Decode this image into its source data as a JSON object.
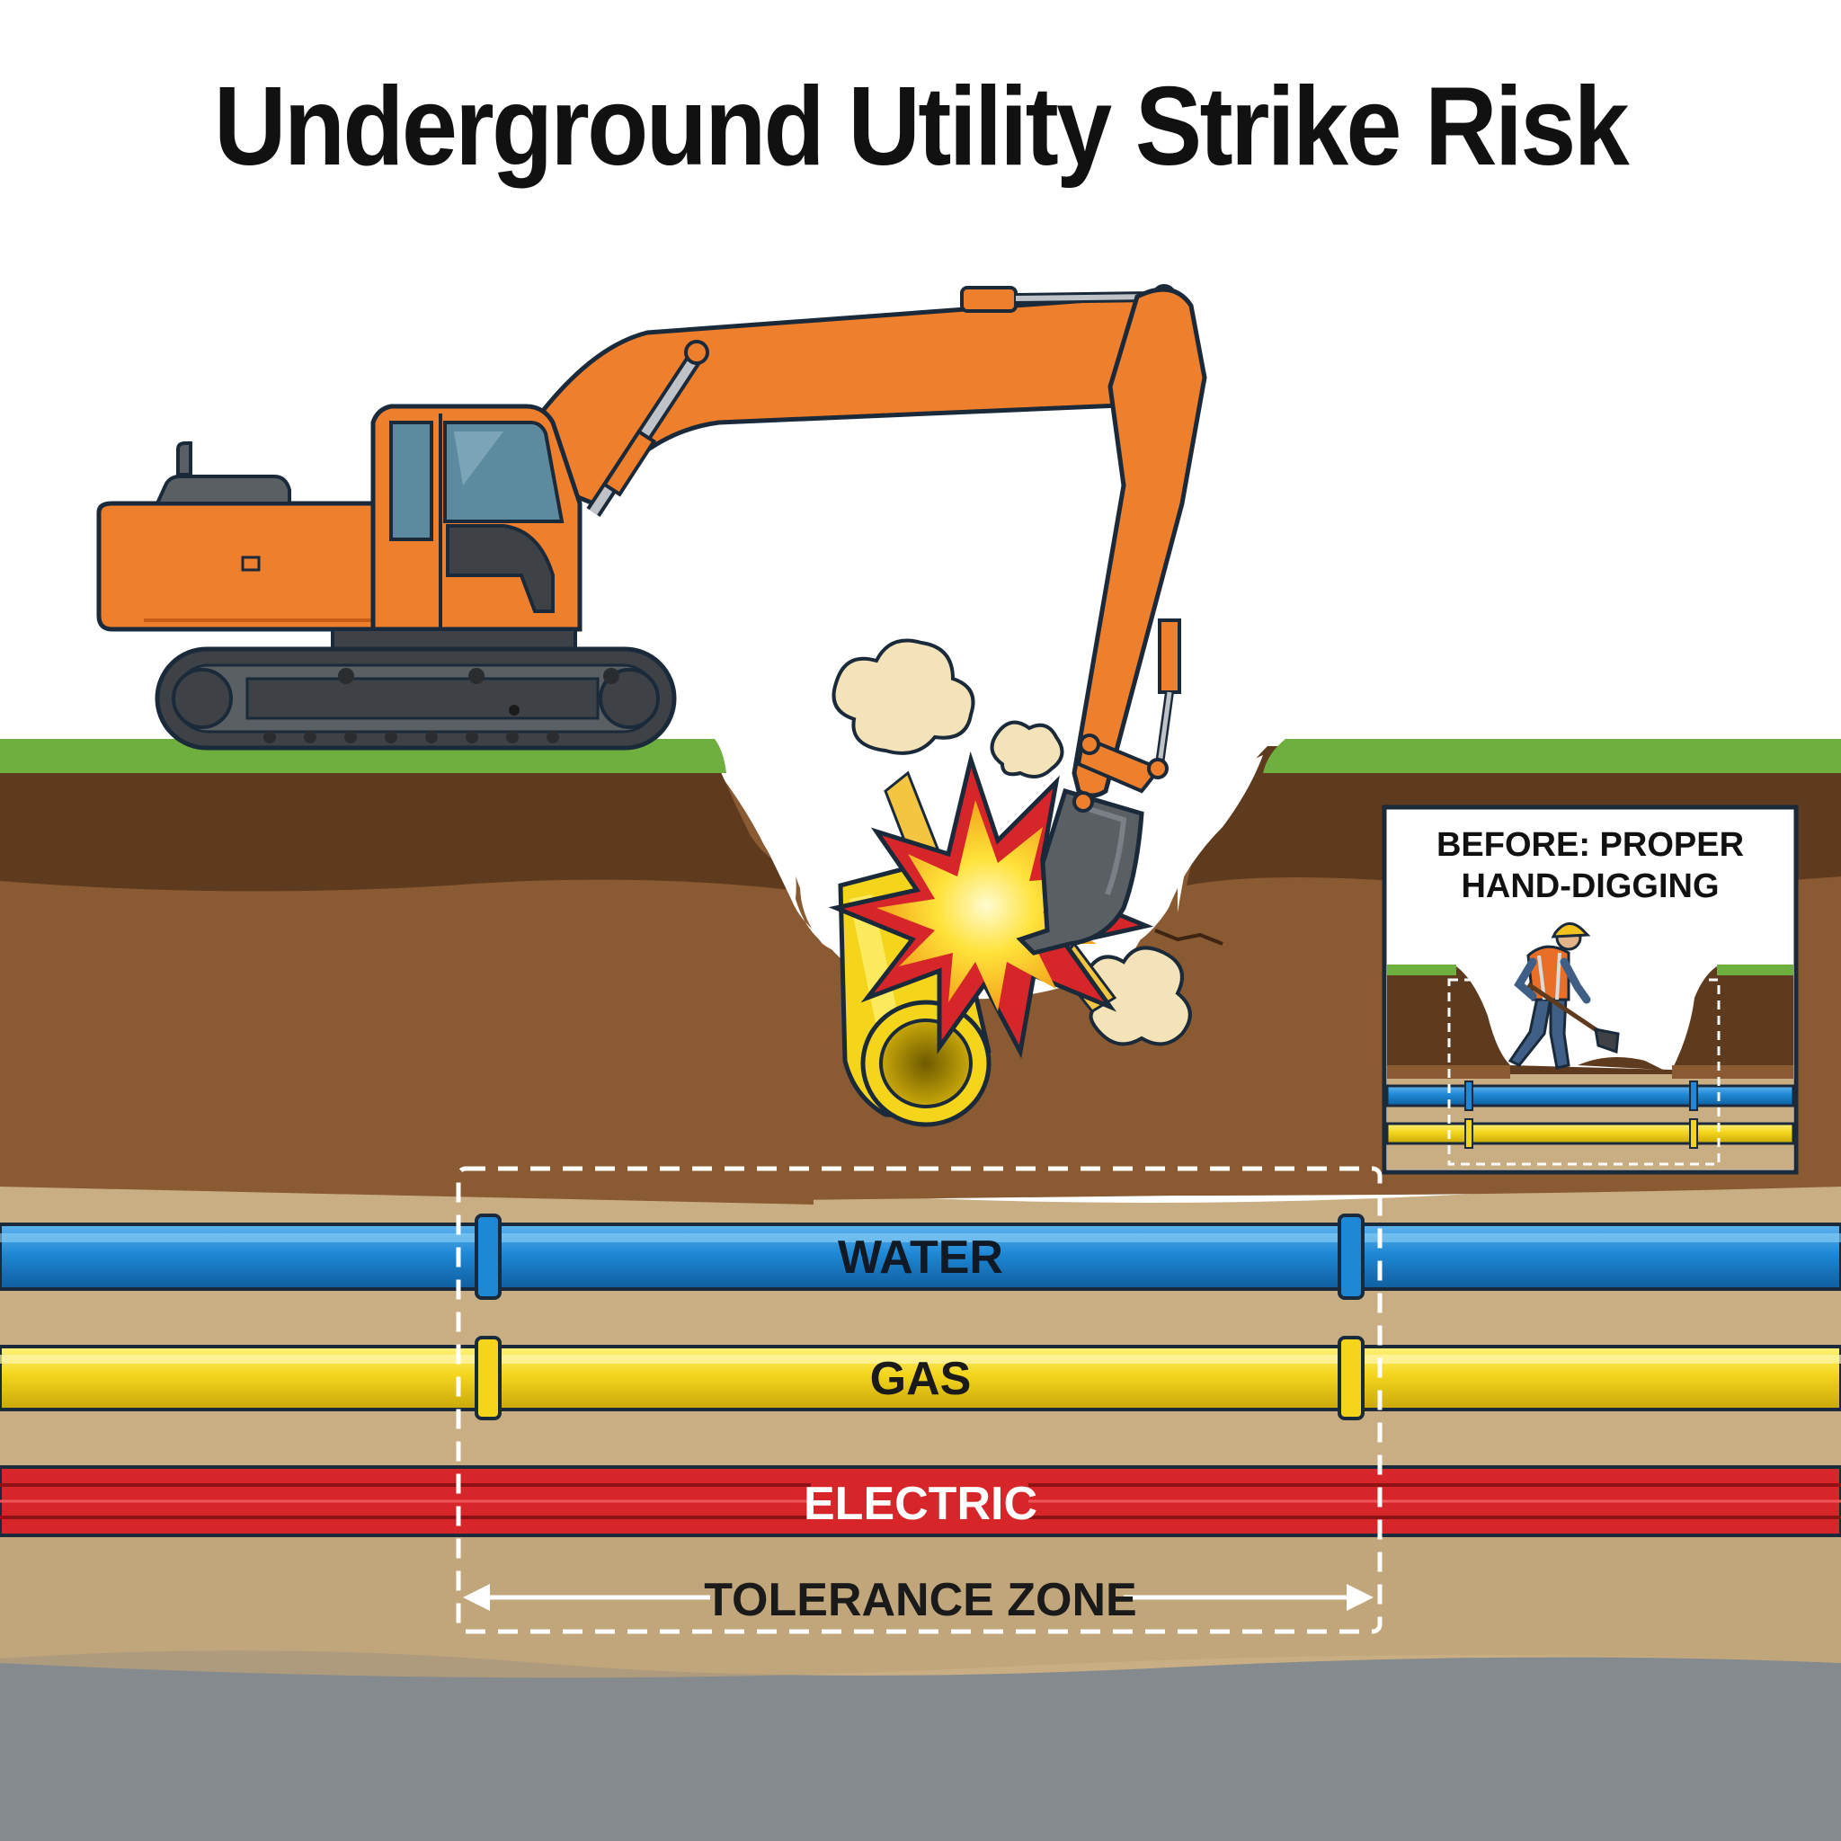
{
  "title": "Underground Utility Strike Risk",
  "inset": {
    "line1": "BEFORE: PROPER",
    "line2": "HAND-DIGGING"
  },
  "utilities": {
    "water": "WATER",
    "gas": "GAS",
    "electric": "ELECTRIC"
  },
  "tolerance_zone": "TOLERANCE ZONE",
  "colors": {
    "excavator": "#EE7F2D",
    "water": "#1E88D6",
    "gas": "#F4D51C",
    "electric": "#D6262A",
    "grass": "#6FAF3F",
    "topsoil": "#5E3A1E",
    "soil": "#8A5A32",
    "sand": "#C9AE84",
    "bedrock": "#858A8E"
  }
}
